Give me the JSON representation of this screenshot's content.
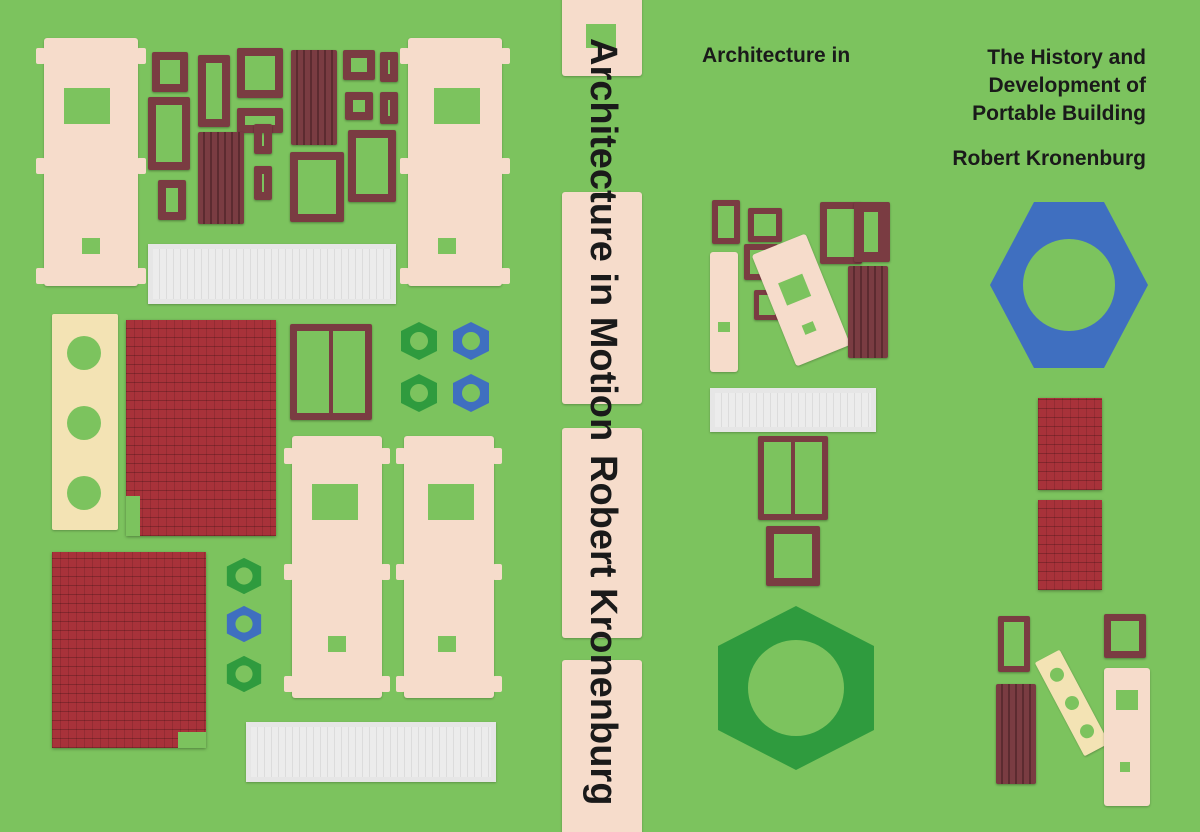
{
  "book": {
    "spine_title": "Architecture in Motion",
    "spine_author": "Robert Kronenburg",
    "front_title": "Architecture in",
    "front_subtitle_lines": [
      "The History and",
      "Development of",
      "Portable Building"
    ],
    "front_author": "Robert Kronenburg"
  },
  "colors": {
    "background": "#7cc35e",
    "wall": "#f6dccb",
    "frame": "#7a3c42",
    "roof": "#a8323a",
    "nut_green": "#2f9b3e",
    "nut_blue": "#3f6fc0"
  }
}
